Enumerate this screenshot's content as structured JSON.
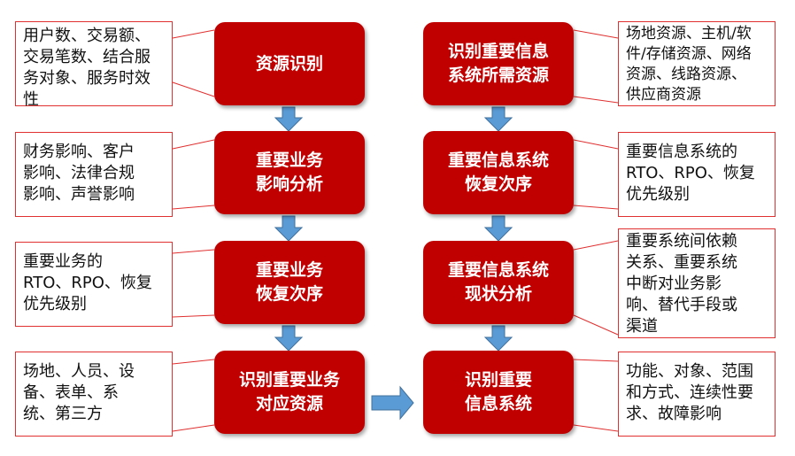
{
  "left_steps": [
    {
      "line1": "资源识别",
      "line2": ""
    },
    {
      "line1": "重要业务",
      "line2": "影响分析"
    },
    {
      "line1": "重要业务",
      "line2": "恢复次序"
    },
    {
      "line1": "识别重要业务",
      "line2": "对应资源"
    }
  ],
  "right_steps": [
    {
      "line1": "识别重要信息",
      "line2": "系统所需资源"
    },
    {
      "line1": "重要信息系统",
      "line2": "恢复次序"
    },
    {
      "line1": "重要信息系统",
      "line2": "现状分析"
    },
    {
      "line1": "识别重要",
      "line2": "信息系统"
    }
  ],
  "left_notes": [
    {
      "lines": [
        "用户数、交易额、",
        "交易笔数、结合服",
        "务对象、服务时效",
        "性"
      ]
    },
    {
      "lines": [
        "财务影响、客户",
        "影响、法律合规",
        "影响、声誉影响"
      ]
    },
    {
      "lines": [
        "重要业务的",
        "RTO、RPO、恢复",
        "优先级别"
      ]
    },
    {
      "lines": [
        "场地、人员、设",
        "备、表单、系",
        "统、第三方"
      ]
    }
  ],
  "right_notes": [
    {
      "lines": [
        "场地资源、主机/软",
        "件/存储资源、网络",
        "资源、线路资源、",
        "供应商资源"
      ]
    },
    {
      "lines": [
        "重要信息系统的",
        "RTO、RPO、恢复",
        "优先级别"
      ]
    },
    {
      "lines": [
        "重要系统间依赖",
        "关系、重要系统",
        "中断对业务影",
        "响、替代手段或",
        "渠道"
      ]
    },
    {
      "lines": [
        "功能、对象、范围",
        "和方式、连续性要",
        "求、故障影响"
      ]
    }
  ],
  "colors": {
    "box": "#c00000",
    "arrow": "#5b9bd5",
    "note_border": "#e03030"
  }
}
